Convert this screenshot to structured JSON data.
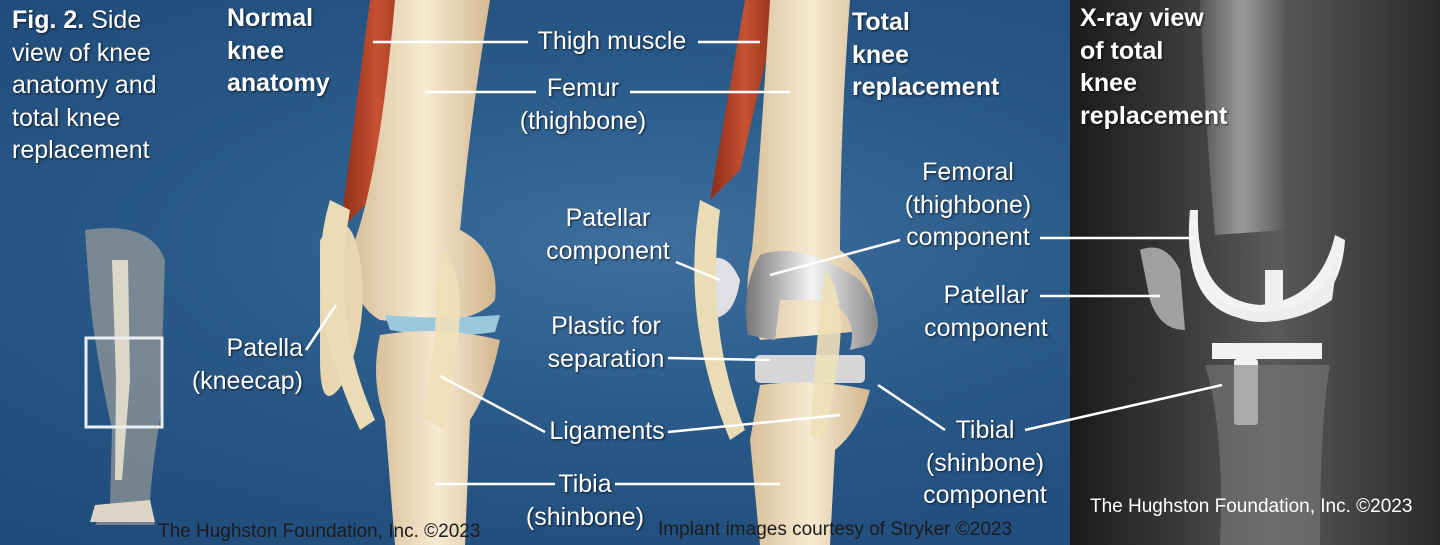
{
  "caption": {
    "fig_label": "Fig. 2.",
    "lines": [
      "Side",
      "view of knee",
      "anatomy and",
      "total knee",
      "replacement"
    ]
  },
  "panels": {
    "normal": [
      "Normal",
      "knee",
      "anatomy"
    ],
    "total": [
      "Total",
      "knee",
      "replacement"
    ],
    "xray": [
      "X-ray view",
      "of total",
      "knee",
      "replacement"
    ]
  },
  "labels": {
    "thigh_muscle": "Thigh muscle",
    "femur": [
      "Femur",
      "(thighbone)"
    ],
    "patella": [
      "Patella",
      "(kneecap)"
    ],
    "patellar_component_left": [
      "Patellar",
      "component"
    ],
    "plastic": [
      "Plastic for",
      "separation"
    ],
    "ligaments": "Ligaments",
    "tibia": [
      "Tibia",
      "(shinbone)"
    ],
    "femoral_component": [
      "Femoral",
      "(thighbone)",
      "component"
    ],
    "patellar_component_right": [
      "Patellar",
      "component"
    ],
    "tibial_component": [
      "Tibial",
      "(shinbone)",
      "component"
    ]
  },
  "credits": {
    "left": "The Hughston Foundation, Inc. ©2023",
    "middle": "Implant images courtesy of Stryker ©2023",
    "right": "The Hughston Foundation, Inc. ©2023"
  },
  "colors": {
    "background": "#2a5a88",
    "bone": "#f0dfc0",
    "muscle": "#b5442a",
    "implant": "#e8e8ea",
    "cartilage": "#9cc8dc",
    "leader": "#ffffff"
  }
}
